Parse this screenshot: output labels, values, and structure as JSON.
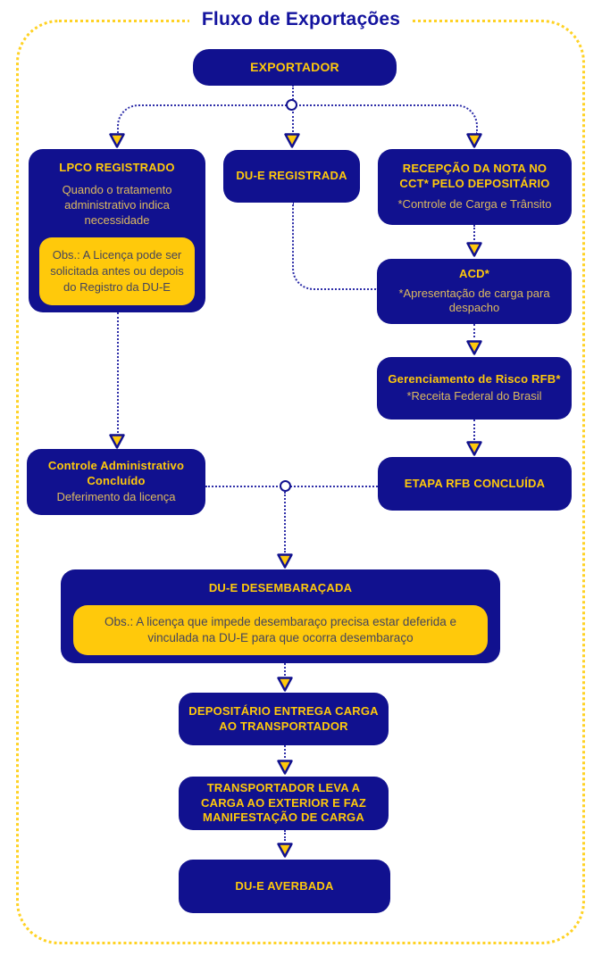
{
  "page": {
    "title": "Fluxo de Exportações"
  },
  "colors": {
    "navy": "#11118F",
    "title_navy": "#13139E",
    "yellow": "#FFC90B",
    "border_yellow": "#FFD224",
    "muted_yellow_subtitle": "#DDBA5E",
    "note_text": "#45455C",
    "connector_blue": "#2E2EA8"
  },
  "icons": {
    "arrow": "triangle-down-icon",
    "junction": "circle-junction-icon"
  },
  "nodes": {
    "exportador": {
      "title": "EXPORTADOR"
    },
    "lpco": {
      "title": "LPCO REGISTRADO",
      "subtitle": "Quando o tratamento administrativo indica necessidade",
      "note": "Obs.: A Licença pode ser solicitada antes ou depois do Registro da DU-E"
    },
    "due_registrada": {
      "title": "DU-E REGISTRADA"
    },
    "recepcao": {
      "title": "RECEPÇÃO DA NOTA NO CCT* PELO DEPOSITÁRIO",
      "subtitle": "*Controle de Carga e Trânsito"
    },
    "acd": {
      "title": "ACD*",
      "subtitle": "*Apresentação de carga para despacho"
    },
    "risco": {
      "title": "Gerenciamento de Risco RFB*",
      "subtitle": "*Receita Federal do Brasil"
    },
    "controle": {
      "title": "Controle Administrativo Concluído",
      "subtitle": "Deferimento da licença"
    },
    "etapa_rfb": {
      "title": "ETAPA RFB CONCLUÍDA"
    },
    "due_desembaracada": {
      "title": "DU-E DESEMBARAÇADA",
      "note": "Obs.: A licença que impede desembaraço precisa estar deferida e vinculada na DU-E para que ocorra desembaraço"
    },
    "depositario": {
      "title": "DEPOSITÁRIO ENTREGA CARGA AO TRANSPORTADOR"
    },
    "transportador": {
      "title": "TRANSPORTADOR LEVA A CARGA AO EXTERIOR E FAZ MANIFESTAÇÃO DE CARGA"
    },
    "due_averbada": {
      "title": "DU-E AVERBADA"
    }
  }
}
